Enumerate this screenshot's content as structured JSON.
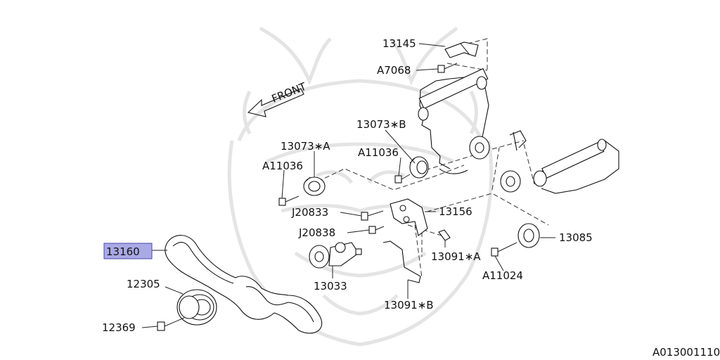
{
  "colors": {
    "highlight_fill": "#a9a9e6",
    "highlight_border": "#4a4aa8",
    "ink": "#111111",
    "watermark": "#e6e6e6"
  },
  "direction_label": "FRONT",
  "selected_part": "13160",
  "callouts": {
    "p13145": "13145",
    "pA7068": "A7068",
    "p13073B": "13073∗B",
    "p13073A": "13073∗A",
    "pA11036_left": "A11036",
    "pA11036_mid": "A11036",
    "pJ20833": "J20833",
    "p13156": "13156",
    "pJ20838": "J20838",
    "p13085": "13085",
    "p13160": "13160",
    "p13091A": "13091∗A",
    "pA11024": "A11024",
    "p12305": "12305",
    "p13033": "13033",
    "p13091B": "13091∗B",
    "p12369": "12369"
  },
  "figure_code": "A013001110"
}
